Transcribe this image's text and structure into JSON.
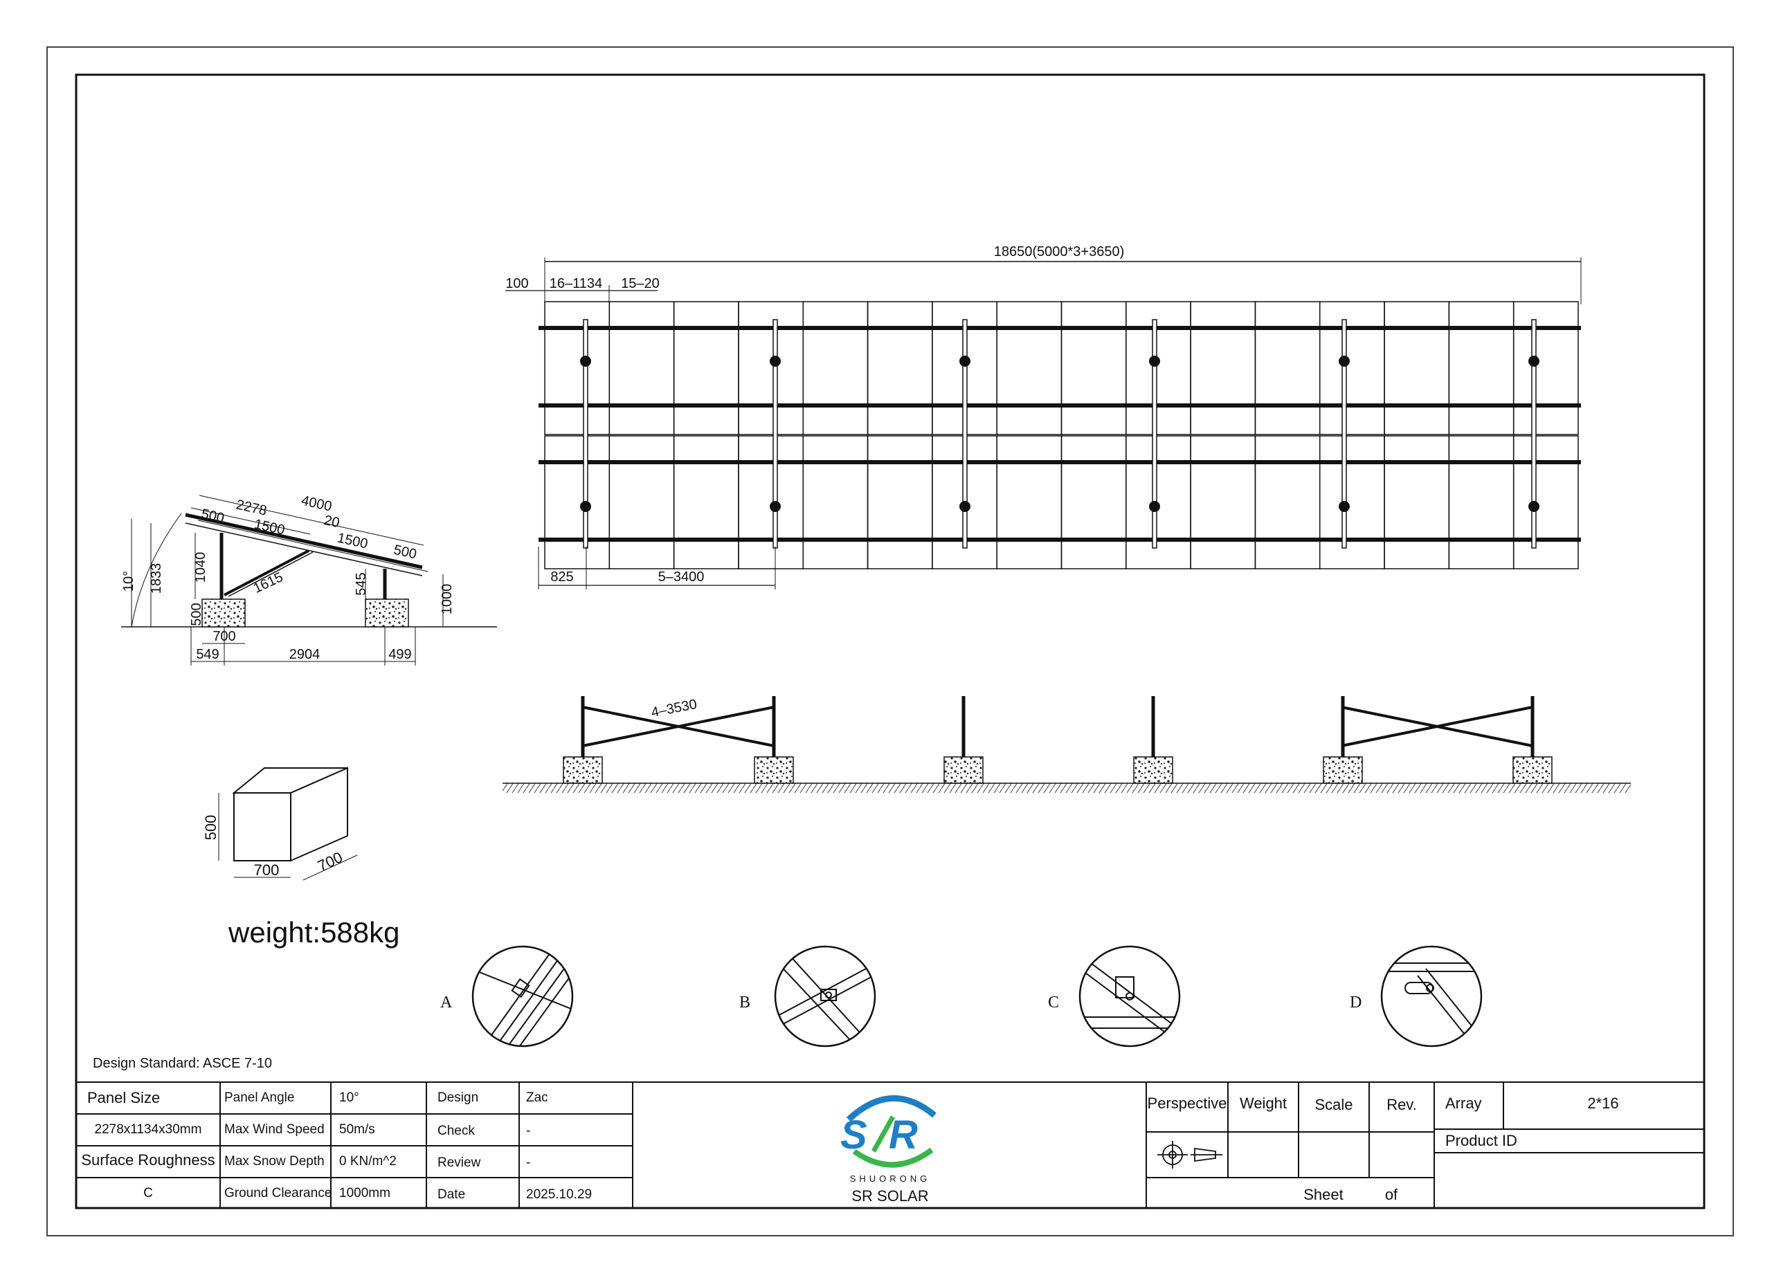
{
  "plan_view": {
    "overall_dim": "18650(5000*3+3650)",
    "edge_dim": "100",
    "panel_dim": "16–1134",
    "gap_dim": "15–20",
    "start_dim": "825",
    "spacing_dim": "5–3400"
  },
  "side_view": {
    "angle": "10°",
    "height_total": "1833",
    "front_post": "1040",
    "ballast_h": "500",
    "rear_post": "545",
    "ground_clearance": "1000",
    "len_total": "4000",
    "len_panel": "2278",
    "len_500_a": "500",
    "len_1500_a": "1500",
    "len_20": "20",
    "len_1500_b": "1500",
    "len_500_b": "500",
    "brace": "1615",
    "ballast_w": "700",
    "front_offset": "549",
    "span": "2904",
    "rear_offset": "499"
  },
  "front_view": {
    "brace_dim": "4–3530"
  },
  "ballast_block": {
    "height": "500",
    "width": "700",
    "depth": "700",
    "weight": "weight:588kg"
  },
  "details": [
    {
      "label": "A"
    },
    {
      "label": "B"
    },
    {
      "label": "C"
    },
    {
      "label": "D"
    }
  ],
  "design_standard": "Design Standard: ASCE 7-10",
  "title_block": {
    "panel_size_label": "Panel Size",
    "panel_size_value": "2278x1134x30mm",
    "surface_roughness_label": "Surface Roughness",
    "surface_roughness_value": "C",
    "panel_angle_label": "Panel Angle",
    "panel_angle_value": "10°",
    "max_wind_label": "Max Wind Speed",
    "max_wind_value": "50m/s",
    "max_snow_label": "Max Snow Depth",
    "max_snow_value": "0 KN/m^2",
    "ground_clearance_label": "Ground Clearance",
    "ground_clearance_value": "1000mm",
    "design_label": "Design",
    "design_value": "Zac",
    "check_label": "Check",
    "check_value": "-",
    "review_label": "Review",
    "review_value": "-",
    "date_label": "Date",
    "date_value": "2025.10.29",
    "logo_sub": "SHUORONG",
    "company": "SR SOLAR",
    "perspective_label": "Perspective",
    "weight_label": "Weight",
    "scale_label": "Scale",
    "rev_label": "Rev.",
    "sheet_label": "Sheet",
    "of_label": "of",
    "array_label": "Array",
    "array_value": "2*16",
    "product_id_label": "Product ID"
  },
  "colors": {
    "line": "#111111",
    "logo_blue": "#1e7fc4",
    "logo_green": "#3bb54a"
  }
}
